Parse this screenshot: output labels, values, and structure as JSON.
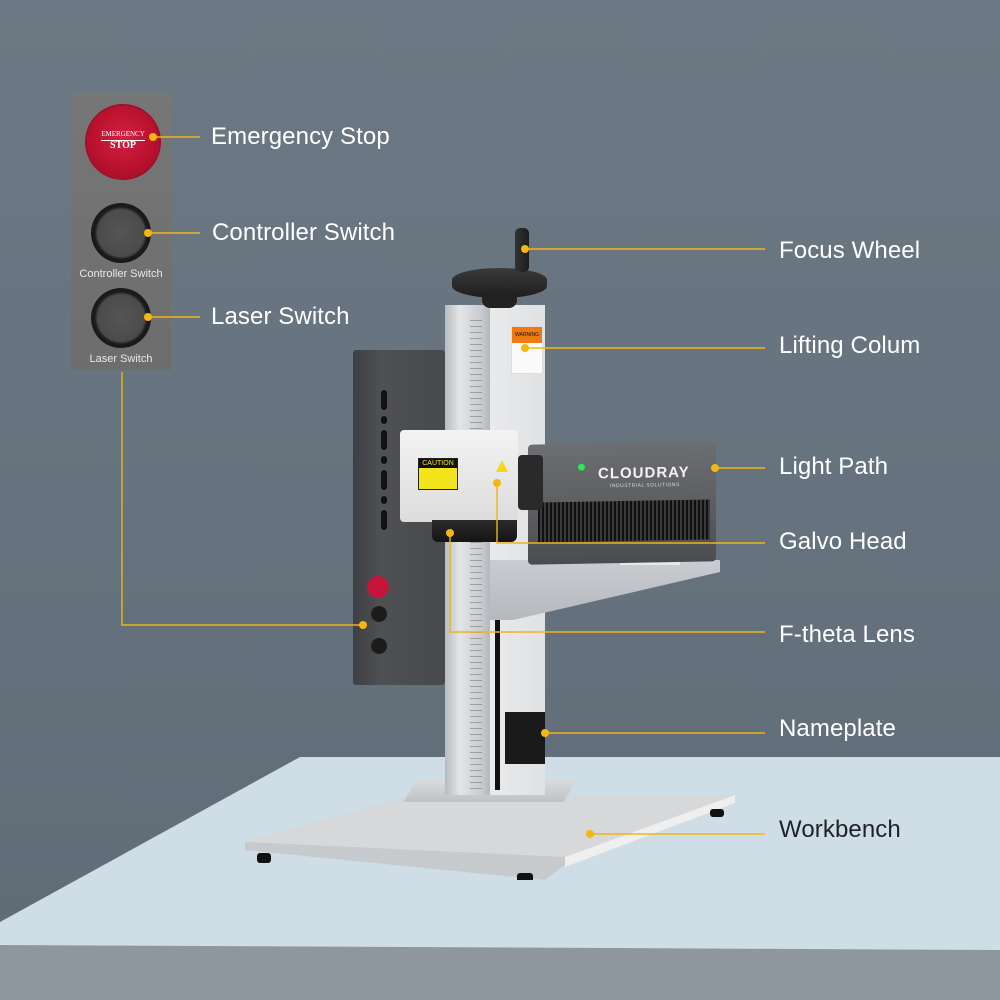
{
  "diagram": {
    "subject": "Cloudray laser marking machine",
    "brand": "CLOUDRAY",
    "brand_tagline": "INDUSTRIAL SOLUTIONS",
    "colors": {
      "background": "#66737e",
      "floor": "#cfdde6",
      "leader_line": "#f0b31a",
      "label_text_light": "#ffffff",
      "label_text_dark": "#1f2328",
      "estop_red": "#c4143a"
    }
  },
  "inset_panel": {
    "estop_small": "EMERGENCY",
    "estop_big": "STOP",
    "controller_caption": "Controller Switch",
    "laser_caption": "Laser Switch"
  },
  "machine_labels": {
    "caution": "CAUTION",
    "warning": "WARNING"
  },
  "callouts": [
    {
      "id": "emergency-stop",
      "label": "Emergency Stop",
      "side": "left"
    },
    {
      "id": "controller-switch",
      "label": "Controller Switch",
      "side": "left"
    },
    {
      "id": "laser-switch",
      "label": "Laser Switch",
      "side": "left"
    },
    {
      "id": "focus-wheel",
      "label": "Focus Wheel",
      "side": "right"
    },
    {
      "id": "lifting-colum",
      "label": "Lifting Colum",
      "side": "right"
    },
    {
      "id": "light-path",
      "label": "Light Path",
      "side": "right"
    },
    {
      "id": "galvo-head",
      "label": "Galvo Head",
      "side": "right"
    },
    {
      "id": "f-theta-lens",
      "label": "F-theta Lens",
      "side": "right"
    },
    {
      "id": "nameplate",
      "label": "Nameplate",
      "side": "right"
    },
    {
      "id": "workbench",
      "label": "Workbench",
      "side": "right"
    }
  ]
}
